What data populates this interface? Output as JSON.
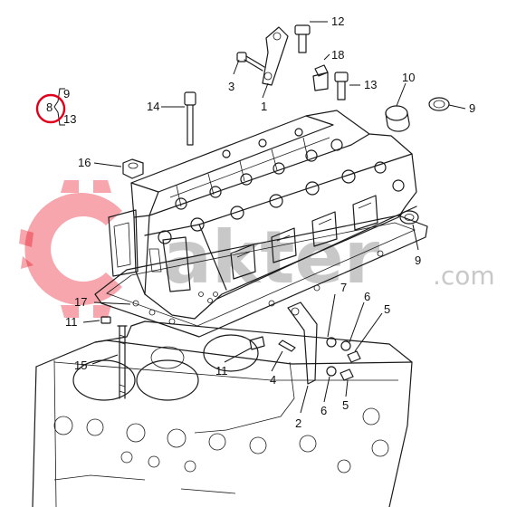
{
  "diagram": {
    "labels": [
      {
        "id": "p12",
        "text": "12"
      },
      {
        "id": "p18",
        "text": "18"
      },
      {
        "id": "p3",
        "text": "3"
      },
      {
        "id": "p13a",
        "text": "13"
      },
      {
        "id": "p10",
        "text": "10"
      },
      {
        "id": "p9a",
        "text": "9"
      },
      {
        "id": "p14",
        "text": "14"
      },
      {
        "id": "p1",
        "text": "1"
      },
      {
        "id": "p16",
        "text": "16"
      },
      {
        "id": "p9b",
        "text": "9"
      },
      {
        "id": "p17",
        "text": "17"
      },
      {
        "id": "p11a",
        "text": "11"
      },
      {
        "id": "p7",
        "text": "7"
      },
      {
        "id": "p6a",
        "text": "6"
      },
      {
        "id": "p5a",
        "text": "5"
      },
      {
        "id": "p15",
        "text": "15"
      },
      {
        "id": "p11b",
        "text": "11"
      },
      {
        "id": "p4",
        "text": "4"
      },
      {
        "id": "p2",
        "text": "2"
      },
      {
        "id": "p6b",
        "text": "6"
      },
      {
        "id": "p5b",
        "text": "5"
      }
    ],
    "group_label": {
      "main": "8",
      "upper": "9",
      "lower": "13"
    },
    "highlight_color": "#e0001b"
  },
  "watermark": {
    "text": "akter",
    "suffix": ".com",
    "color": "#e60012"
  }
}
